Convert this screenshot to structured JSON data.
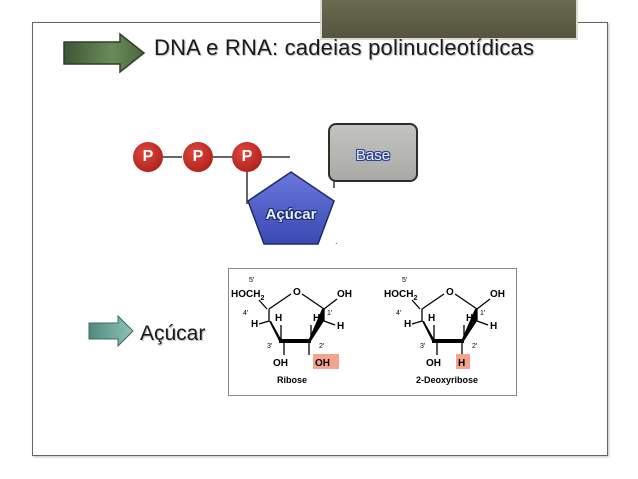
{
  "slide": {
    "title": "DNA e RNA: cadeias polinucleotídicas",
    "bullet_label": "Açúcar"
  },
  "diagram": {
    "phosphates": [
      "P",
      "P",
      "P"
    ],
    "base_label": "Base",
    "sugar_label": "Açúcar"
  },
  "chemistry": {
    "ribose": {
      "name": "Ribose",
      "hoch2": "HOCH",
      "hoch2_sub": "2",
      "c5": "5′",
      "c4": "4′",
      "c3": "3′",
      "c2": "2′",
      "c1": "1′",
      "ring_o": "O",
      "oh_top": "OH",
      "h": "H",
      "oh_3": "OH",
      "oh_2": "OH"
    },
    "deoxyribose": {
      "name": "2-Deoxyribose",
      "hoch2": "HOCH",
      "hoch2_sub": "2",
      "c5": "5′",
      "c4": "4′",
      "c3": "3′",
      "c2": "2′",
      "c1": "1′",
      "ring_o": "O",
      "oh_top": "OH",
      "h": "H",
      "oh_3": "OH",
      "h_2": "H"
    },
    "highlight_color": "#f4a38f"
  },
  "colors": {
    "phosphate": "#c22a22",
    "sugar_fill": "#4b5bc9",
    "base_fill": "#b4b5b0",
    "arrow_green": "#5d7a4f",
    "arrow_teal": "#6fa39a"
  }
}
